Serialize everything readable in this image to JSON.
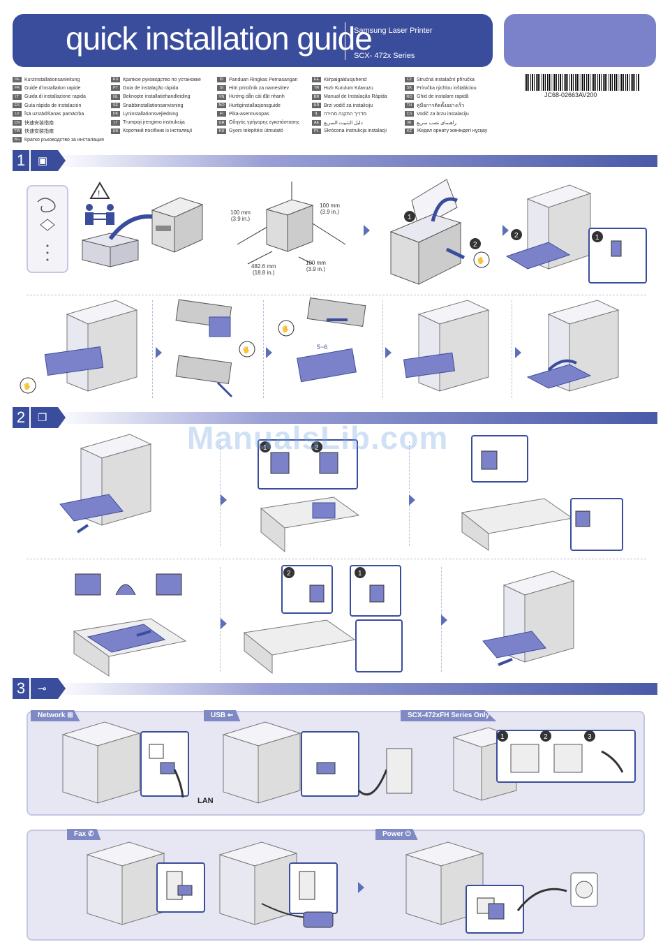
{
  "header": {
    "title": "quick installation guide",
    "brand": "Samsung Laser Printer",
    "series": "SCX- 472x Series"
  },
  "part_number": "JC68-02663AV200",
  "languages": [
    [
      {
        "code": "DE",
        "text": "Kurzinstallationsanleitung"
      },
      {
        "code": "FR",
        "text": "Guide d'installation rapide"
      },
      {
        "code": "IT",
        "text": "Guida di installazione rapida"
      },
      {
        "code": "ES",
        "text": "Guía rápida de instalación"
      },
      {
        "code": "LV",
        "text": "Īsā uzstādīšanas pamācība"
      },
      {
        "code": "CN",
        "text": "快速安装指南"
      },
      {
        "code": "TW",
        "text": "快速安裝指南"
      },
      {
        "code": "BG",
        "text": "Кратко ръководство за инсталация"
      }
    ],
    [
      {
        "code": "RU",
        "text": "Краткое руководство по установке"
      },
      {
        "code": "PT",
        "text": "Guia de instalação rápida"
      },
      {
        "code": "NL",
        "text": "Beknopte installatiehandleiding"
      },
      {
        "code": "SE",
        "text": "Snabbinstallationsanvisning"
      },
      {
        "code": "DK",
        "text": "Lyninstallationsvejledning"
      },
      {
        "code": "LT",
        "text": "Trumpoji įrengimo instrukcija"
      },
      {
        "code": "UA",
        "text": "Короткий посібник із інсталяції"
      }
    ],
    [
      {
        "code": "ID",
        "text": "Panduan Ringkas Pemasangan"
      },
      {
        "code": "SI",
        "text": "Hitri priročnik za namestitev"
      },
      {
        "code": "VN",
        "text": "Hướng dẫn cài đặt nhanh"
      },
      {
        "code": "NO",
        "text": "Hurtiginstallasjonsguide"
      },
      {
        "code": "FI",
        "text": "Pika-asennusopas"
      },
      {
        "code": "GR",
        "text": "Οδηγός γρήγορης εγκατάστασης"
      },
      {
        "code": "HU",
        "text": "Gyors telepítési útmutató"
      }
    ],
    [
      {
        "code": "EE",
        "text": "Kiirpaigaldusjuhend"
      },
      {
        "code": "TR",
        "text": "Hızlı Kurulum Kılavuzu"
      },
      {
        "code": "BR",
        "text": "Manual de Instalação Rápida"
      },
      {
        "code": "HR",
        "text": "Brzi vodič za instaliciju"
      },
      {
        "code": "IL",
        "text": "מדריך התקנה מהירה"
      },
      {
        "code": "AE",
        "text": "دليل التثبيت السريع"
      },
      {
        "code": "PL",
        "text": "Skrócona instrukcja instalacji"
      }
    ],
    [
      {
        "code": "CZ",
        "text": "Stručná instalační příručka"
      },
      {
        "code": "SK",
        "text": "Príručka rýchlou inštaláciou"
      },
      {
        "code": "RO",
        "text": "Ghid de instalare rapidă"
      },
      {
        "code": "TH",
        "text": "คู่มือการติดตั้งอย่างเร็ว"
      },
      {
        "code": "CS",
        "text": "Vodič za brzu instalaciju"
      },
      {
        "code": "IR",
        "text": "راهنمای نصب سریع"
      },
      {
        "code": "KZ",
        "text": "Жедел орнату жөніндегі нұсқау"
      }
    ]
  ],
  "steps": [
    {
      "number": "1",
      "icon": "box-icon"
    },
    {
      "number": "2",
      "icon": "paper-icon"
    },
    {
      "number": "3",
      "icon": "cable-icon"
    }
  ],
  "step1": {
    "dims": {
      "left": "100 mm\n(3.9 in.)",
      "right_top": "100 mm\n(3.9 in.)",
      "front": "482.6 mm\n(18.8 in.)",
      "right_bottom": "100 mm\n(3.9 in.)"
    },
    "spread_label": "5~6",
    "markers": [
      "1",
      "2",
      "1",
      "2"
    ]
  },
  "step2": {
    "markers": [
      "1",
      "2",
      "2",
      "1"
    ]
  },
  "step3": {
    "tabs": {
      "network": "Network",
      "usb": "USB",
      "fax_model": "SCX-472xFH Series Only",
      "fax": "Fax",
      "power": "Power"
    },
    "lan_label": "LAN",
    "markers": [
      "1",
      "2",
      "3"
    ]
  },
  "watermark": "ManualsLib.com",
  "colors": {
    "brand": "#3a4d9c",
    "accent": "#5d6fb8",
    "panel": "#e6e7f3"
  }
}
